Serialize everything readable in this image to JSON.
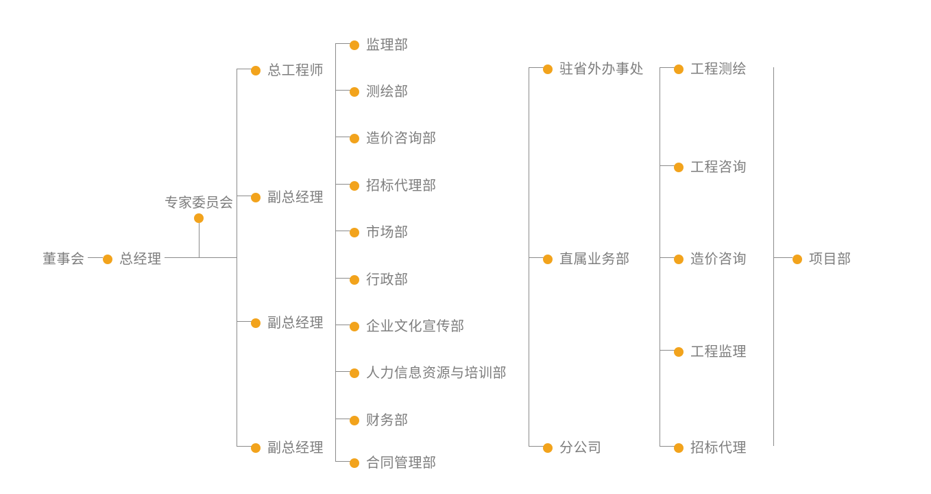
{
  "chart": {
    "type": "org-chart",
    "title": "",
    "accent_color": "#f2a31c",
    "line_color": "#8a8a8a",
    "text_color": "#7d7d7d",
    "background": "#ffffff"
  },
  "root": {
    "board_label": "董事会",
    "gm_label": "总经理",
    "committee_label": "专家委员会"
  },
  "columns": {
    "executives": {
      "name": "executives-column",
      "items": [
        {
          "label": "总工程师"
        },
        {
          "label": "副总经理"
        },
        {
          "label": "副总经理"
        },
        {
          "label": "副总经理"
        }
      ]
    },
    "departments": {
      "name": "departments-column",
      "items": [
        {
          "label": "监理部"
        },
        {
          "label": "测绘部"
        },
        {
          "label": "造价咨询部"
        },
        {
          "label": "招标代理部"
        },
        {
          "label": "市场部"
        },
        {
          "label": "行政部"
        },
        {
          "label": "企业文化宣传部"
        },
        {
          "label": "人力信息资源与培训部"
        },
        {
          "label": "财务部"
        },
        {
          "label": "合同管理部"
        }
      ]
    },
    "branches": {
      "name": "branches-column",
      "items": [
        {
          "label": "驻省外办事处"
        },
        {
          "label": "直属业务部"
        },
        {
          "label": "分公司"
        }
      ]
    },
    "business": {
      "name": "business-column",
      "items": [
        {
          "label": "工程测绘"
        },
        {
          "label": "工程咨询"
        },
        {
          "label": "造价咨询"
        },
        {
          "label": "工程监理"
        },
        {
          "label": "招标代理"
        }
      ]
    },
    "projects": {
      "name": "projects-column",
      "items": [
        {
          "label": "项目部"
        }
      ]
    }
  }
}
